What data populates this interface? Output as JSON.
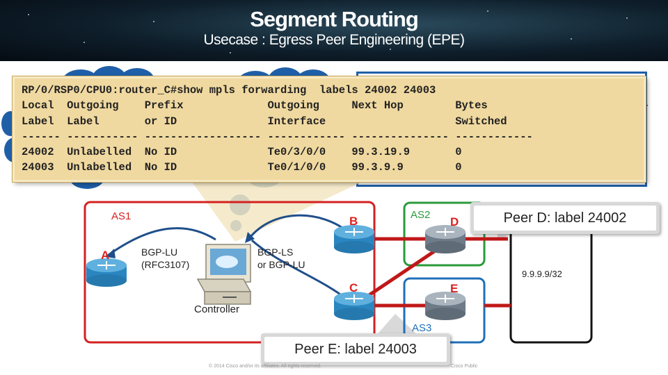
{
  "header": {
    "title": "Segment Routing",
    "subtitle": "Usecase : Egress Peer Engineering (EPE)"
  },
  "background_box": {
    "partial_text": "er"
  },
  "terminal": {
    "lines": [
      "RP/0/RSP0/CPU0:router_C#show mpls forwarding  labels 24002 24003",
      "Local  Outgoing    Prefix             Outgoing     Next Hop        Bytes",
      "Label  Label       or ID              Interface                    Switched",
      "------ ----------- ------------------ ------------ --------------- ------------",
      "24002  Unlabelled  No ID              Te0/3/0/0    99.3.19.9       0",
      "24003  Unlabelled  No ID              Te0/1/0/0    99.3.9.9        0"
    ]
  },
  "diagram": {
    "as1_label": "AS1",
    "as2_label": "AS2",
    "as3_label": "AS3",
    "node_a": "A",
    "node_b": "B",
    "node_c": "C",
    "node_d": "D",
    "node_e": "E",
    "bgp_lu_line1": "BGP-LU",
    "bgp_lu_line2": "(RFC3107)",
    "bgp_ls_line1": "BGP-LS",
    "bgp_ls_line2": "or BGP-LU",
    "controller_label": "Controller",
    "prefix_label": "9.9.9.9/32"
  },
  "callouts": {
    "peer_d": "Peer D: label 24002",
    "peer_e": "Peer E: label 24003"
  },
  "footer": {
    "copyright": "© 2014 Cisco and/or its affiliates. All rights reserved.",
    "classification": "Cisco Public"
  },
  "colors": {
    "as1": "#d42020",
    "as2": "#2a9a3a",
    "as3": "#1f6fb8",
    "link": "#c01818",
    "node_letter": "#dd2222",
    "terminal_bg": "#f0d9a0"
  }
}
